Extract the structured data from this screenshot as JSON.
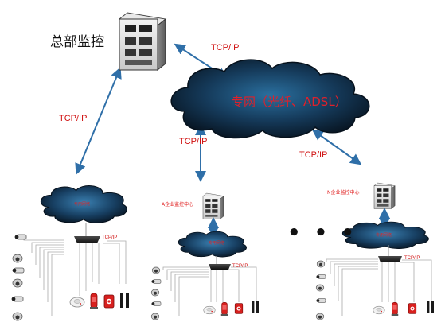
{
  "headquarters": {
    "title": "总部监控"
  },
  "network": {
    "cloud_label": "专网（光纤、ADSL）",
    "protocol": "TCP/IP"
  },
  "links": {
    "hq_to_cloud": "TCP/IP",
    "hq_to_site1": "TCP/IP",
    "cloud_to_siteA": "TCP/IP",
    "cloud_to_siteN": "TCP/IP"
  },
  "sites": [
    {
      "center_label": "",
      "cloud_label": "专用网络",
      "switch_protocol": "TCP/IP"
    },
    {
      "center_label": "A企业监控中心",
      "cloud_label": "专用网络",
      "switch_protocol": "TCP/IP"
    },
    {
      "center_label": "N企业监控中心",
      "cloud_label": "专用网络",
      "switch_protocol": "TCP/IP"
    }
  ],
  "ellipsis": "• • •",
  "colors": {
    "cloud_dark": "#0b1a2a",
    "cloud_mid": "#1d5a86",
    "link_blue": "#2f6fa8",
    "label_red": "#d01010",
    "device_red": "#d8201e"
  },
  "icons": [
    "server-icon",
    "network-cloud-icon",
    "network-switch-icon",
    "camera-icon",
    "dome-camera-icon",
    "smoke-detector-icon",
    "alarm-siren-icon",
    "fire-alarm-icon",
    "door-sensor-icon"
  ]
}
